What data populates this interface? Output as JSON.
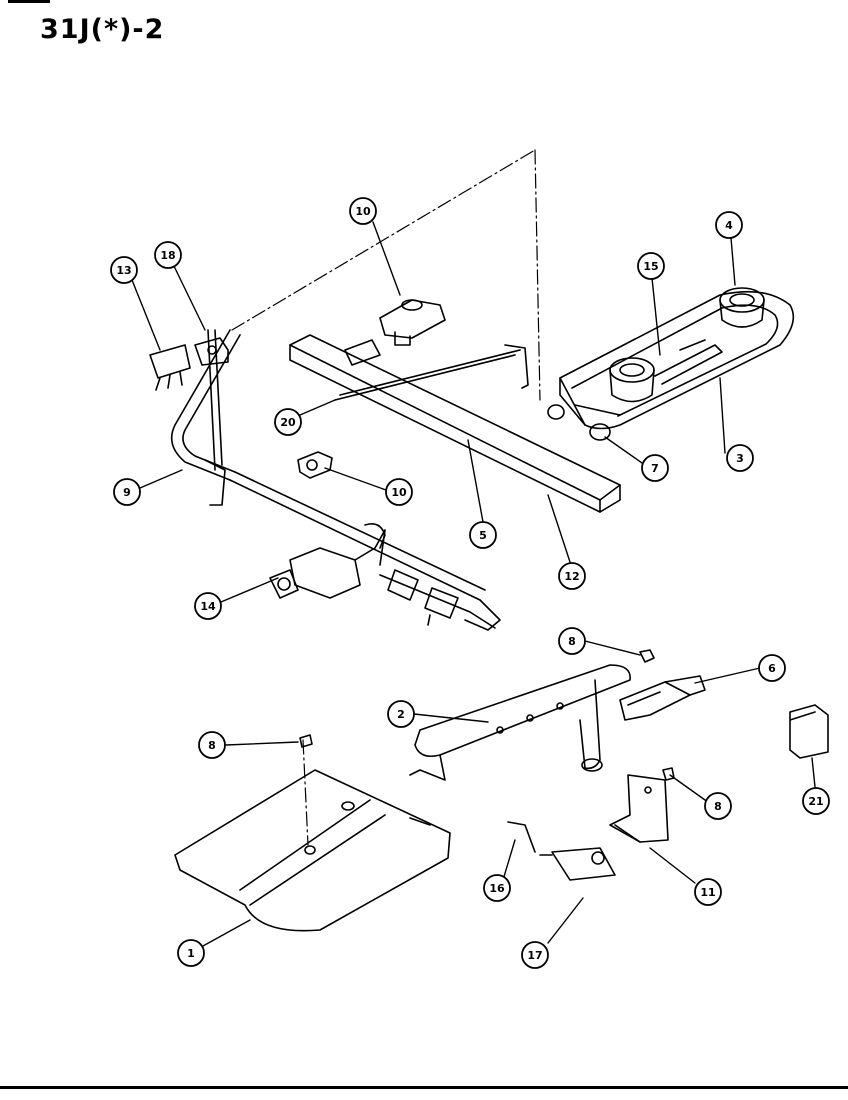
{
  "title": "31J(*)-2",
  "callouts": [
    {
      "id": "c10a",
      "label": "10"
    },
    {
      "id": "c18a",
      "label": "18"
    },
    {
      "id": "c13",
      "label": "13"
    },
    {
      "id": "c4",
      "label": "4"
    },
    {
      "id": "c15",
      "label": "15"
    },
    {
      "id": "c20",
      "label": "20"
    },
    {
      "id": "c9",
      "label": "9"
    },
    {
      "id": "c10b",
      "label": "10"
    },
    {
      "id": "c5",
      "label": "5"
    },
    {
      "id": "c7",
      "label": "7"
    },
    {
      "id": "c3",
      "label": "3"
    },
    {
      "id": "c12",
      "label": "12"
    },
    {
      "id": "c14",
      "label": "14"
    },
    {
      "id": "c8a",
      "label": "8"
    },
    {
      "id": "c6",
      "label": "6"
    },
    {
      "id": "c2",
      "label": "2"
    },
    {
      "id": "c8b",
      "label": "8"
    },
    {
      "id": "c8c",
      "label": "8"
    },
    {
      "id": "c21",
      "label": "21"
    },
    {
      "id": "c11",
      "label": "11"
    },
    {
      "id": "c16",
      "label": "16"
    },
    {
      "id": "c1",
      "label": "1"
    },
    {
      "id": "c17",
      "label": "17"
    }
  ]
}
